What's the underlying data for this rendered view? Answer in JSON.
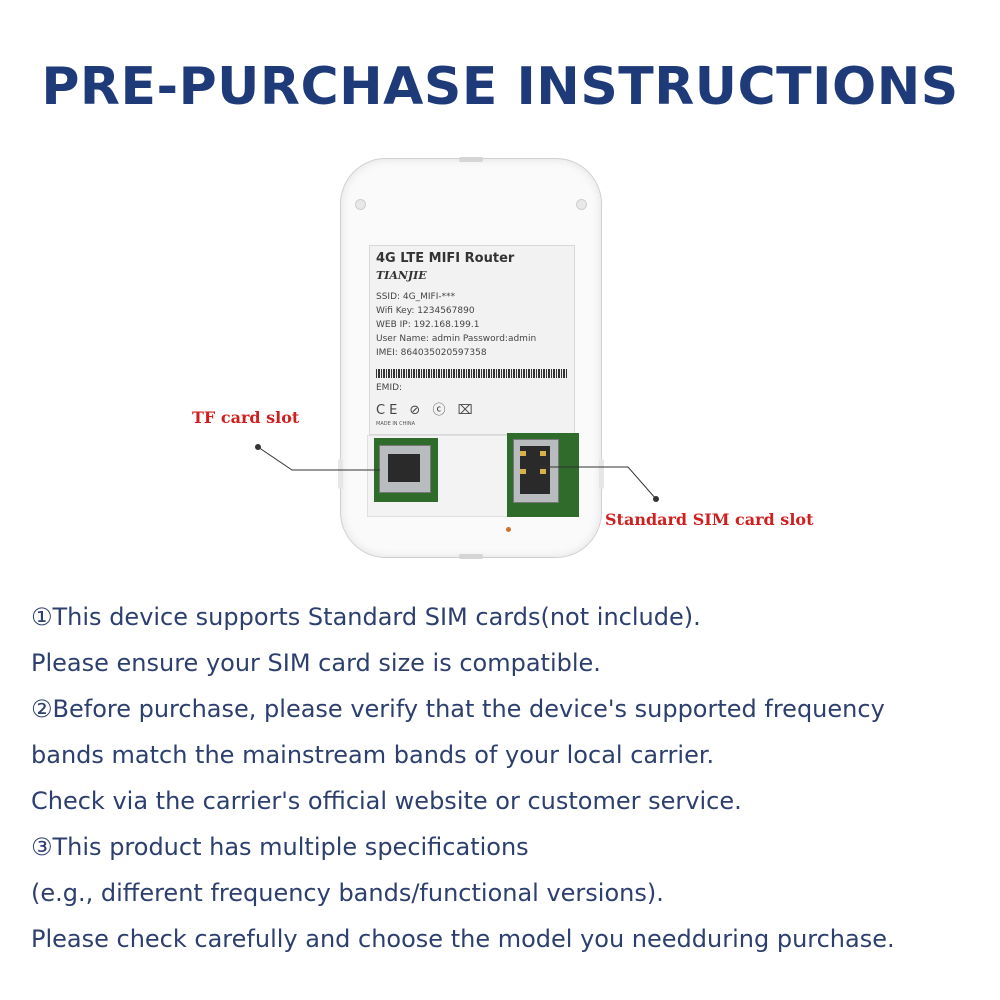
{
  "title": "PRE-PURCHASE INSTRUCTIONS",
  "device_label": {
    "title": "4G LTE MIFI Router",
    "brand": "TIANJIE",
    "ssid": "SSID: 4G_MIFI-***",
    "wifi_key": "Wifi Key: 1234567890",
    "web_ip": "WEB IP:  192.168.199.1",
    "user": "User Name: admin   Password:admin",
    "imei": "IMEI: 864035020597358",
    "emid": "EMID:",
    "certs": "CE ⊘ ⓒ ⌧",
    "made_in": "MADE IN CHINA"
  },
  "callouts": {
    "tf": "TF card slot",
    "sim": "Standard SIM card slot"
  },
  "instructions": [
    "①This device supports Standard SIM cards(not include).",
    "Please ensure your SIM card size is compatible.",
    "②Before purchase, please verify that the device's supported frequency",
    "bands match the mainstream bands of your local carrier.",
    "Check via the carrier's official website or customer service.",
    "③This product has multiple specifications",
    "(e.g., different frequency bands/functional versions).",
    "Please check carefully and choose the model you needduring purchase."
  ],
  "colors": {
    "title": "#1f3a78",
    "callout": "#d01f1f",
    "text": "#2c3f6e"
  }
}
